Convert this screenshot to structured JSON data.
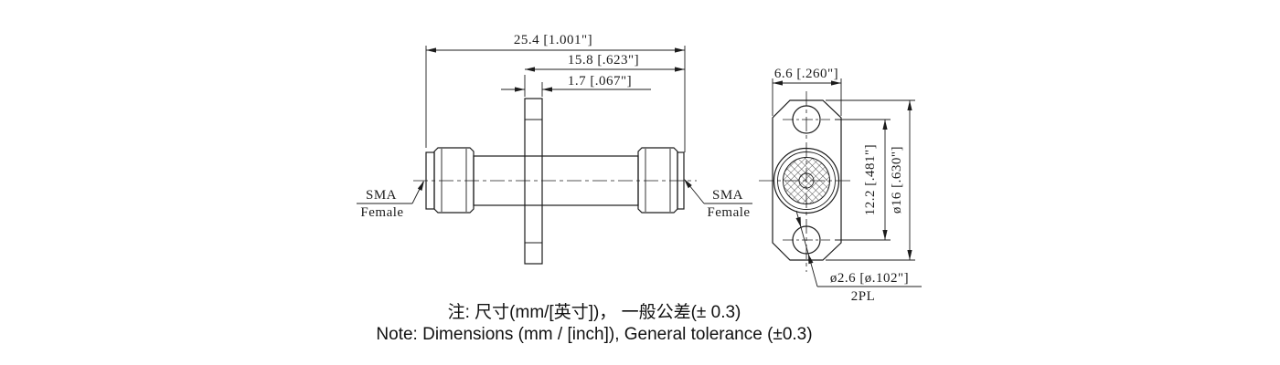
{
  "side_view": {
    "dim_overall_length": "25.4 [1.001\"]",
    "dim_flange_to_end": "15.8 [.623\"]",
    "dim_flange_thickness": "1.7 [.067\"]",
    "left_connector": {
      "type": "SMA",
      "gender": "Female"
    },
    "right_connector": {
      "type": "SMA",
      "gender": "Female"
    }
  },
  "front_view": {
    "dim_flange_width": "6.6 [.260\"]",
    "dim_hole_spacing": "12.2 [.481\"]",
    "dim_flange_height": "ø16 [.630\"]",
    "dim_mounting_hole_diameter": "ø2.6 [ø.102\"]",
    "mounting_hole_qty": "2PL"
  },
  "notes": {
    "line1": "注: 尺寸(mm/[英寸])， 一般公差(± 0.3)",
    "line2": "Note: Dimensions (mm / [inch]), General tolerance (±0.3)"
  },
  "colors": {
    "line": "#1c1c1c",
    "background": "#ffffff"
  }
}
